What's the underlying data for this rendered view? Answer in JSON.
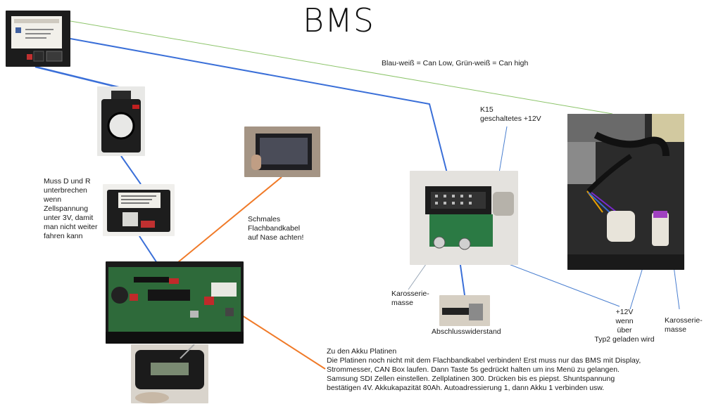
{
  "title": "BMS",
  "labels": {
    "can": "Blau-weiß = Can Low, Grün-weiß = Can high",
    "k15_line1": "K15",
    "k15_line2": "geschaltetes +12V",
    "dr_lines": [
      "Muss D und R",
      "unterbrechen",
      "wenn",
      "Zellspannung",
      "unter 3V, damit",
      "man nicht weiter",
      "fahren kann"
    ],
    "ribbon_lines": [
      "Schmales",
      "Flachbandkabel",
      "auf Nase achten!"
    ],
    "body_ground_left_lines": [
      "Karosserie-",
      "masse"
    ],
    "terminator": "Abschlusswiderstand",
    "plus12_lines": [
      "+12V",
      "wenn",
      "über",
      "Typ2 geladen wird"
    ],
    "body_ground_right_lines": [
      "Karosserie-",
      "masse"
    ],
    "instructions_lines": [
      "Zu den Akku Platinen",
      "Die Platinen noch nicht mit dem Flachbandkabel verbinden! Erst muss nur das BMS mit Display,",
      "Strommesser, CAN Box laufen. Dann Taste 5s gedrückt halten um ins Menü zu gelangen.",
      "Samsung SDI Zellen einstellen. Zellplatinen 300. Drücken bis es piepst. Shuntspannung",
      "bestätigen 4V. Akkukapazität 80Ah. Autoadressierung 1, dann Akku 1 verbinden usw."
    ]
  },
  "colors": {
    "blue_wire": "#3a6fd8",
    "orange_wire": "#f07a28",
    "green_wire": "#8cc46a",
    "thin_blue": "#4a7fd0"
  }
}
